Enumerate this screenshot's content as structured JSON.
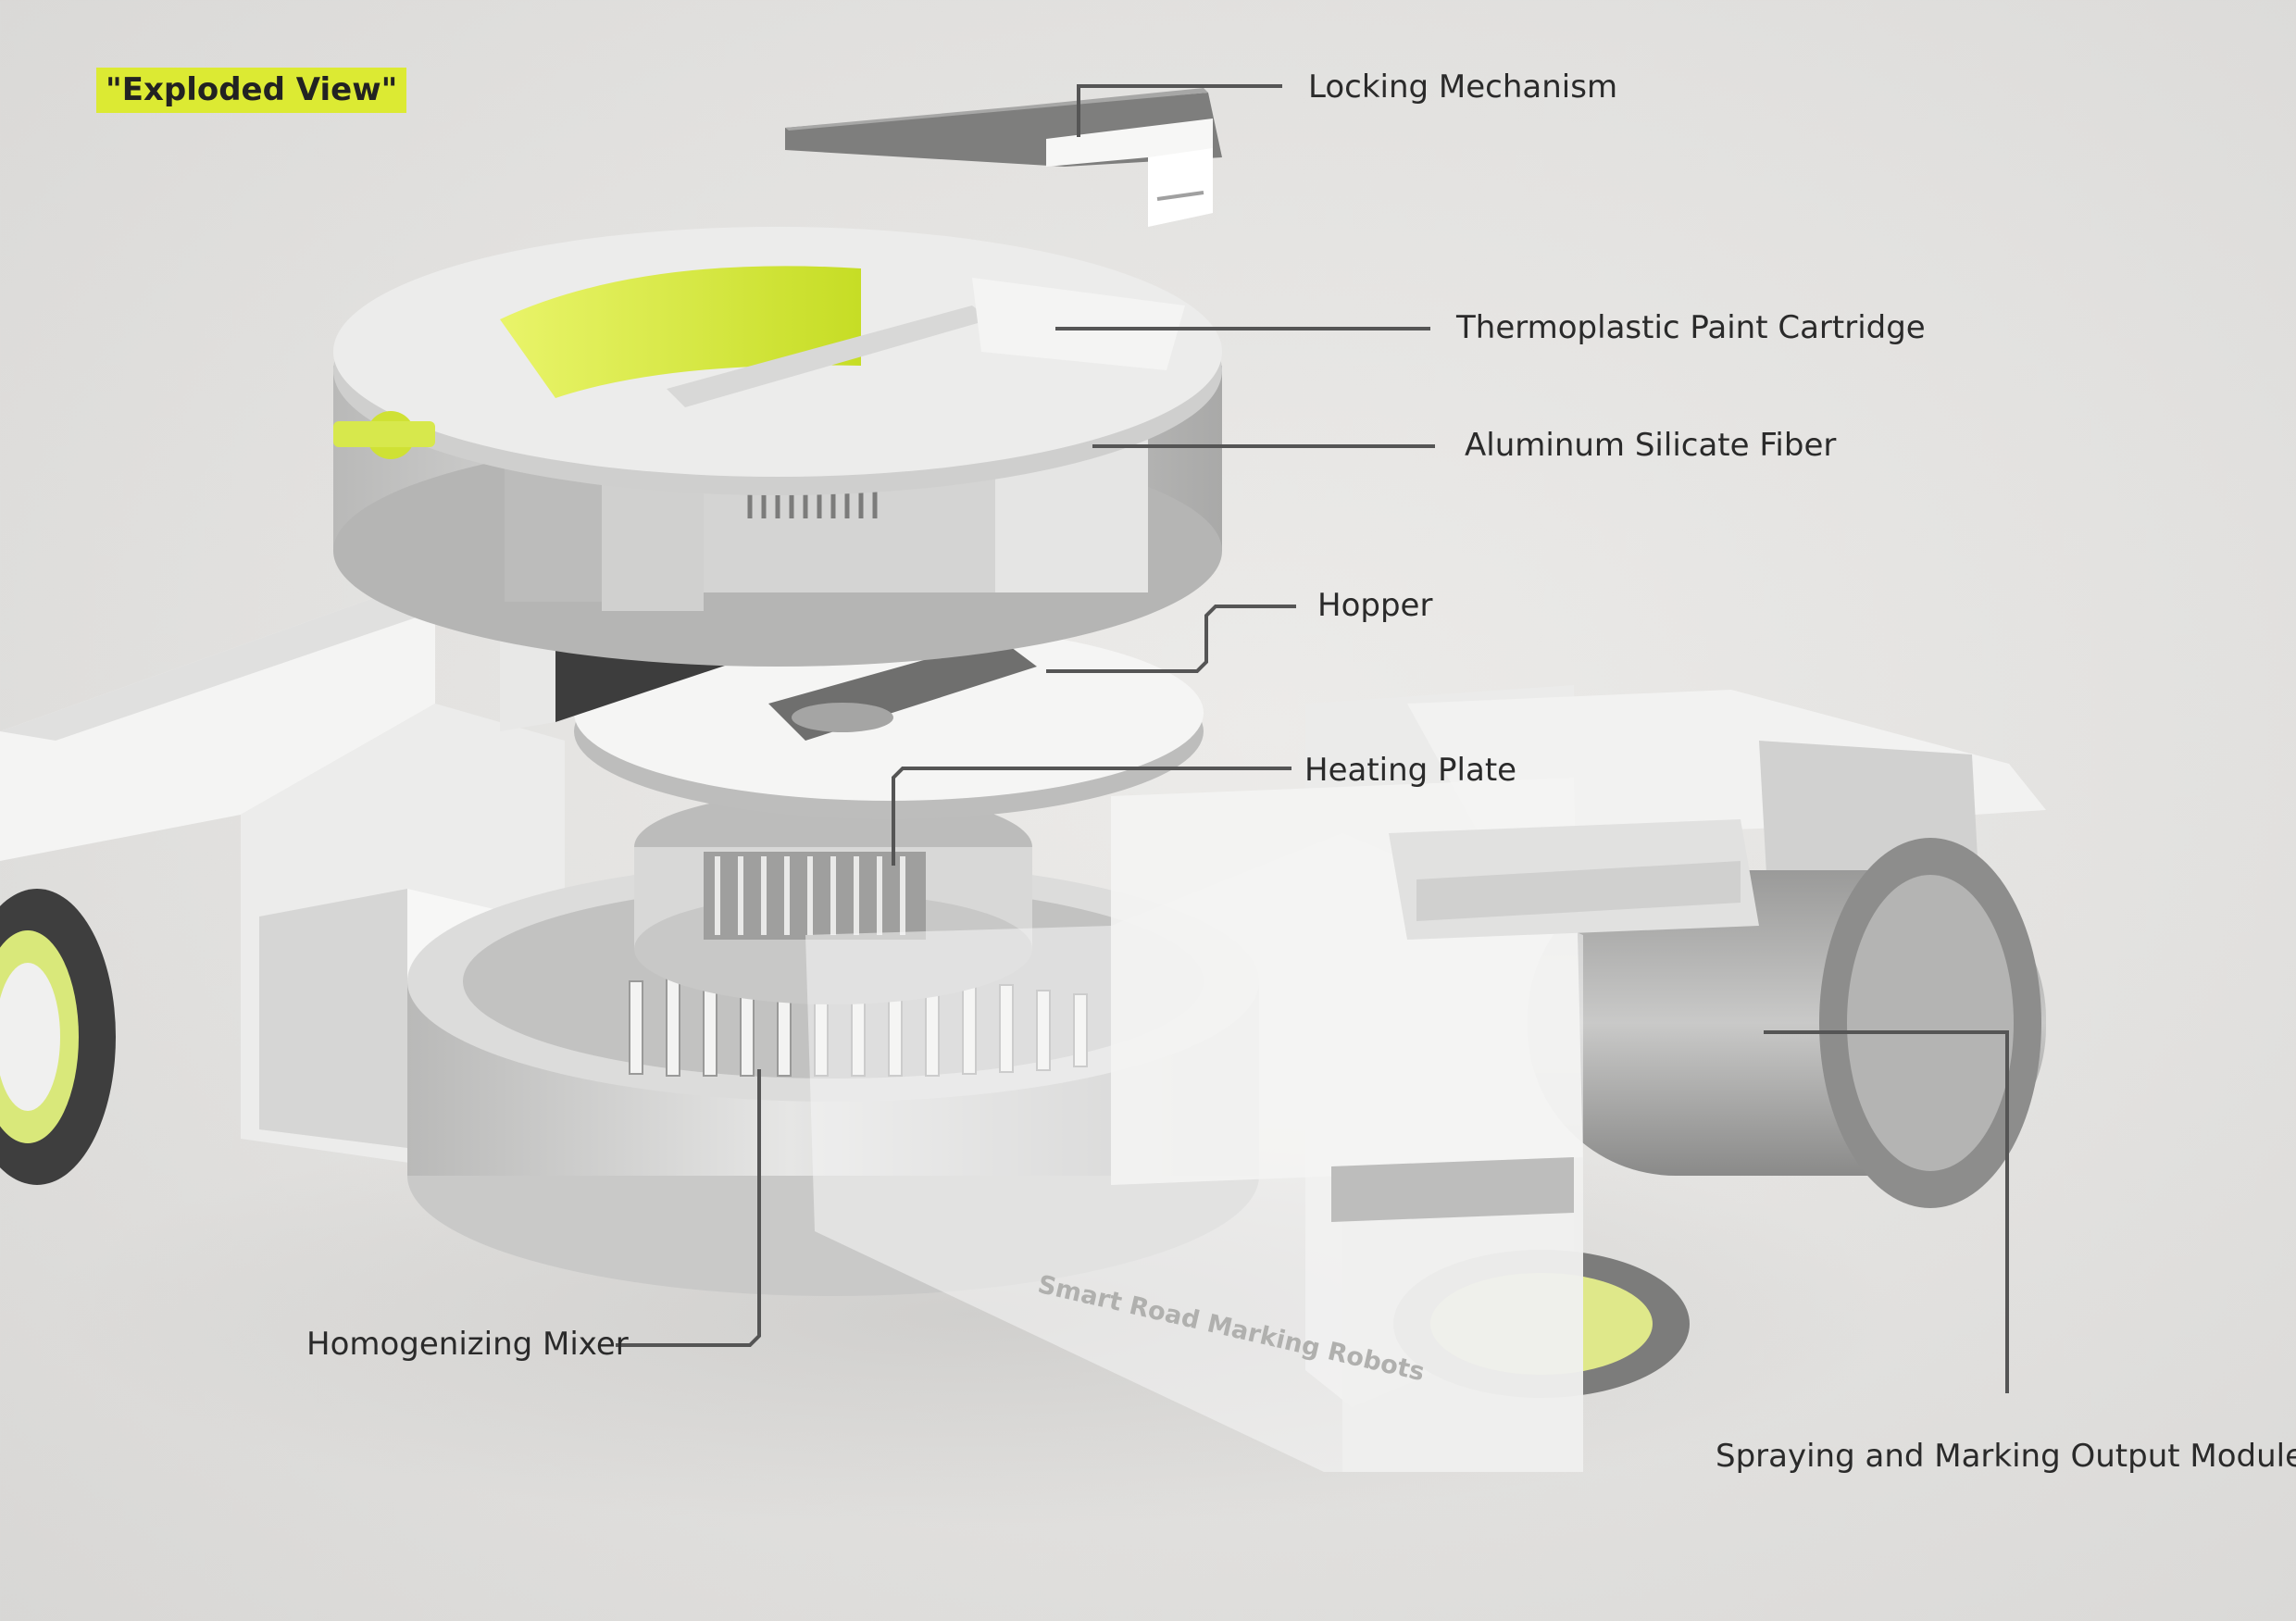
{
  "title": "\"Exploded View\"",
  "colors": {
    "accent": "#dcea33",
    "background": "#e4e3e1",
    "body": "#f2f2f1",
    "dark_grey": "#8f8f8f",
    "leader_line": "#555555"
  },
  "labels": {
    "locking_mechanism": "Locking Mechanism",
    "thermoplastic_paint_cartridge": "Thermoplastic Paint Cartridge",
    "aluminum_silicate_fiber": "Aluminum Silicate Fiber",
    "hopper": "Hopper",
    "heating_plate": "Heating Plate",
    "homogenizing_mixer": "Homogenizing Mixer",
    "spraying_and_marking_output_module": "Spraying and Marking Output Module"
  },
  "engraving": "Smart Road Marking Robots"
}
